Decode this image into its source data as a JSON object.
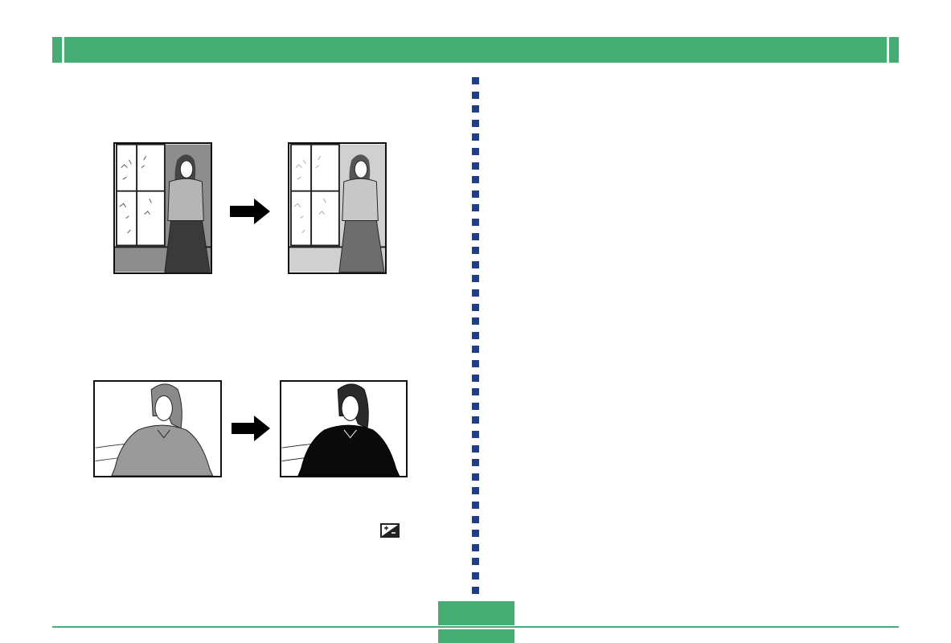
{
  "header": {
    "color": "#45ad74"
  },
  "divider": {
    "color": "#1e3f8e",
    "dot_count": 37
  },
  "figures": [
    {
      "before": {
        "icon": "woman-at-window-dark-photo"
      },
      "after": {
        "icon": "woman-at-window-lightened-photo"
      },
      "arrow_icon": "arrow-right-icon"
    },
    {
      "before": {
        "icon": "woman-portrait-light-photo"
      },
      "after": {
        "icon": "woman-portrait-darkened-photo"
      },
      "arrow_icon": "arrow-right-icon"
    }
  ],
  "ev_indicator": {
    "icon": "ev-compensation-icon"
  },
  "footer": {
    "color": "#45ad74"
  }
}
